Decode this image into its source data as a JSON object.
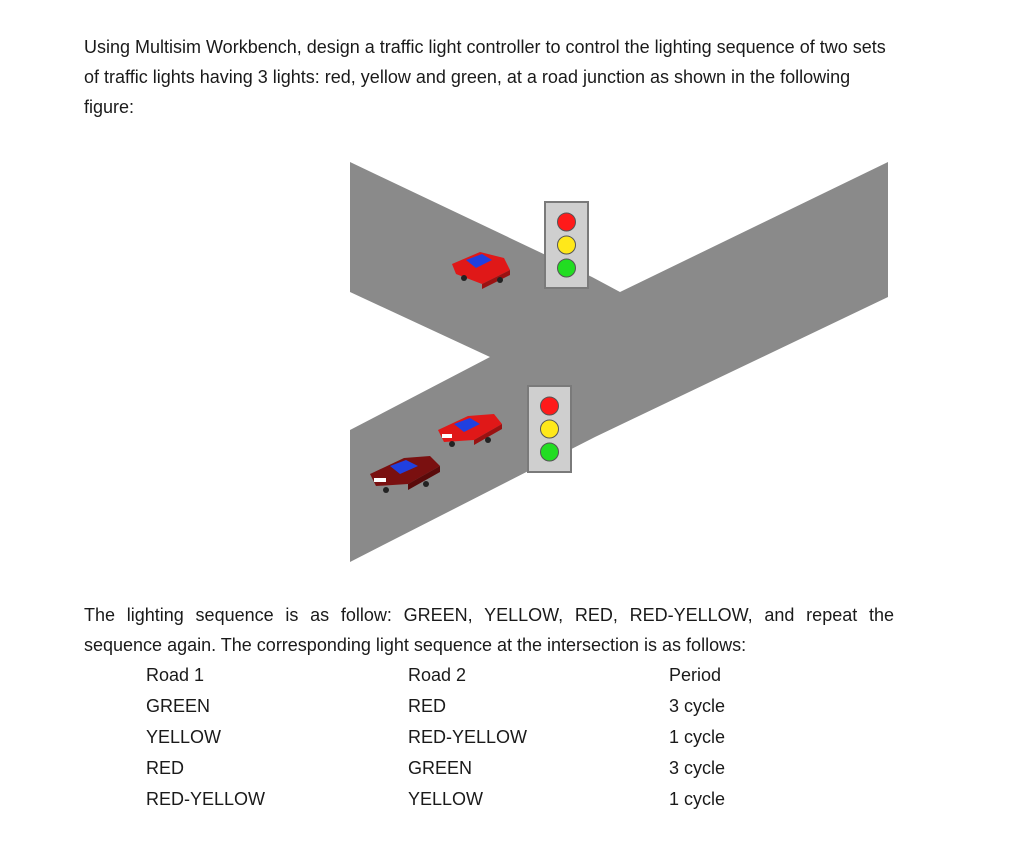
{
  "intro": {
    "text": "Using Multisim Workbench, design a traffic light controller to control the lighting sequence of two sets of traffic lights having 3 lights: red, yellow and green, at a road junction as shown in the following figure:"
  },
  "figure": {
    "icons": [
      "traffic-light-icon",
      "car-icon"
    ],
    "colors": {
      "road": "#8a8a8a",
      "light_red": "#ff1a1a",
      "light_yellow": "#ffe81a",
      "light_green": "#22dd22",
      "car_red": "#e01818",
      "car_dark": "#7a1010",
      "car_blue": "#2040e0"
    }
  },
  "sequence": {
    "text": "The lighting sequence is as follow: GREEN, YELLOW, RED, RED-YELLOW, and repeat the sequence again. The corresponding light sequence at the intersection is as follows:"
  },
  "table": {
    "headers": [
      "Road 1",
      "Road 2",
      "Period"
    ],
    "rows": [
      [
        "GREEN",
        "RED",
        "3 cycle"
      ],
      [
        "YELLOW",
        "RED-YELLOW",
        "1 cycle"
      ],
      [
        "RED",
        "GREEN",
        "3 cycle"
      ],
      [
        "RED-YELLOW",
        "YELLOW",
        "1 cycle"
      ]
    ]
  }
}
